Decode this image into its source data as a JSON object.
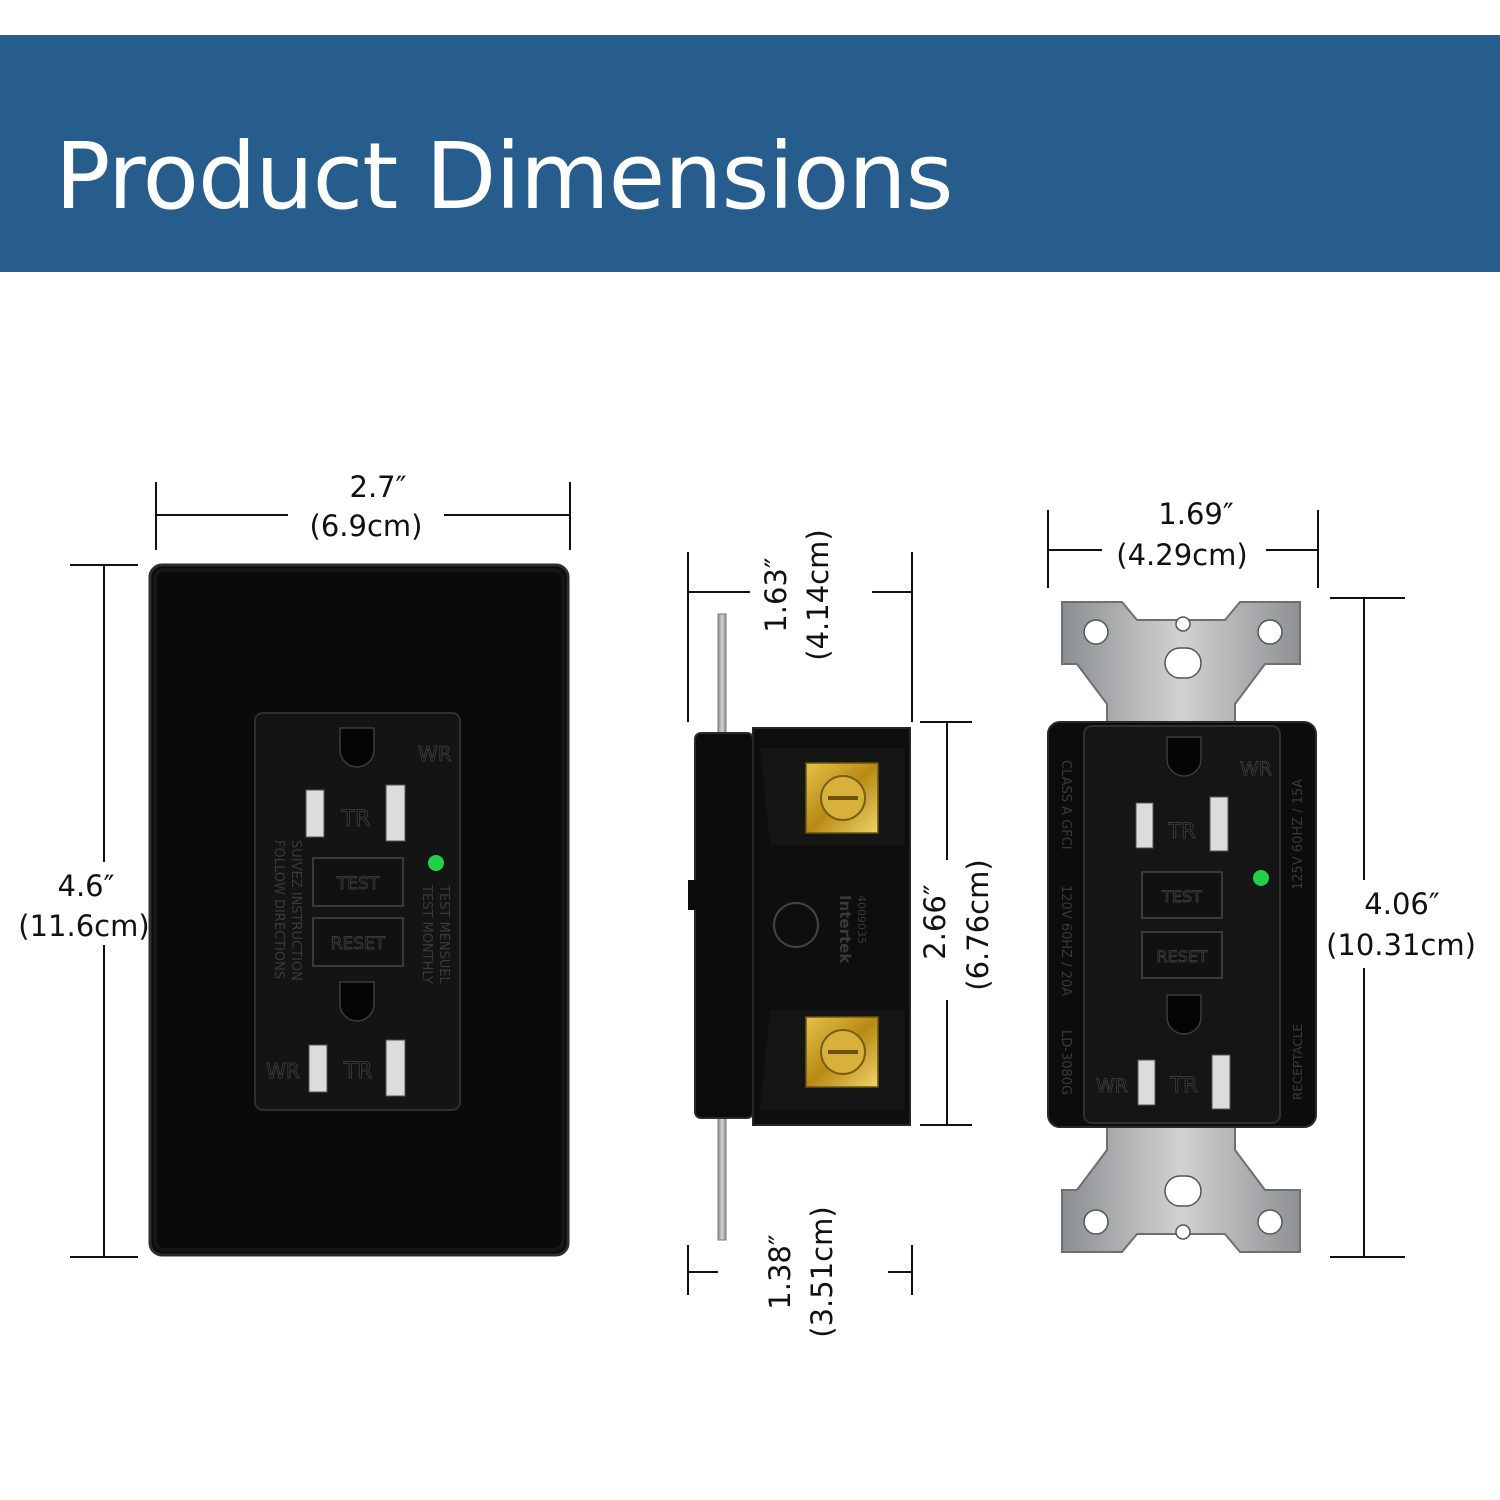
{
  "header": {
    "title": "Product Dimensions"
  },
  "colors": {
    "banner": "#265d8d",
    "device": "#0a0a0a",
    "strap": "#a9abac",
    "led": "#22d04a",
    "terminal": "#c9a227"
  },
  "front": {
    "width_in": "2.7″",
    "width_cm": "(6.9cm)",
    "height_in": "4.6″",
    "height_cm": "(11.6cm)",
    "wr": "WR",
    "tr": "TR",
    "test": "TEST",
    "reset": "RESET",
    "side_text_1": "FOLLOW DIRECTIONS",
    "side_text_2": "SUIVEZ INSTRUCTION",
    "side_text_3": "TEST MONTHLY",
    "side_text_4": "TEST MENSUEL"
  },
  "side": {
    "depth_in": "1.63″",
    "depth_cm": "(4.14cm)",
    "body_in": "2.66″",
    "body_cm": "(6.76cm)",
    "back_in": "1.38″",
    "back_cm": "(3.51cm)",
    "brand": "Intertek",
    "code": "4009035"
  },
  "back": {
    "width_in": "1.69″",
    "width_cm": "(4.29cm)",
    "height_in": "4.06″",
    "height_cm": "(10.31cm)",
    "wr": "WR",
    "tr": "TR",
    "test": "TEST",
    "reset": "RESET",
    "class_text": "CLASS A GFCI",
    "rating_1": "120V  60HZ / 20A",
    "model": "LD-3080G",
    "rating_2": "125V  60HZ / 15A",
    "receptacle": "RECEPTACLE"
  }
}
